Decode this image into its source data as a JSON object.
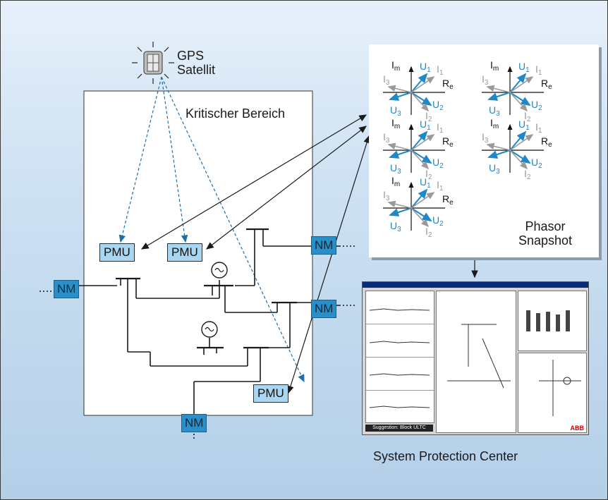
{
  "gps": {
    "title_line1": "GPS",
    "title_line2": "Satellit"
  },
  "region_label": "Kritischer Bereich",
  "pmu_label": "PMU",
  "nm_label": "NM",
  "phasor": {
    "title_line1": "Phasor",
    "title_line2": "Snapshot",
    "im_label": "Im",
    "re_label": "Re",
    "u1": "U1",
    "u2": "U2",
    "u3": "U3",
    "i1": "I1",
    "i2": "I2",
    "i3": "I3"
  },
  "spc": {
    "label": "System Protection Center",
    "suggestion": "Suggestion: Block ULTC",
    "logo": "ABB"
  },
  "colors": {
    "accent": "#2a8fc9",
    "pmu_fill": "#a9d6f2",
    "phasor_blue": "#1e88c8",
    "phasor_gray": "#9a9a9a"
  }
}
